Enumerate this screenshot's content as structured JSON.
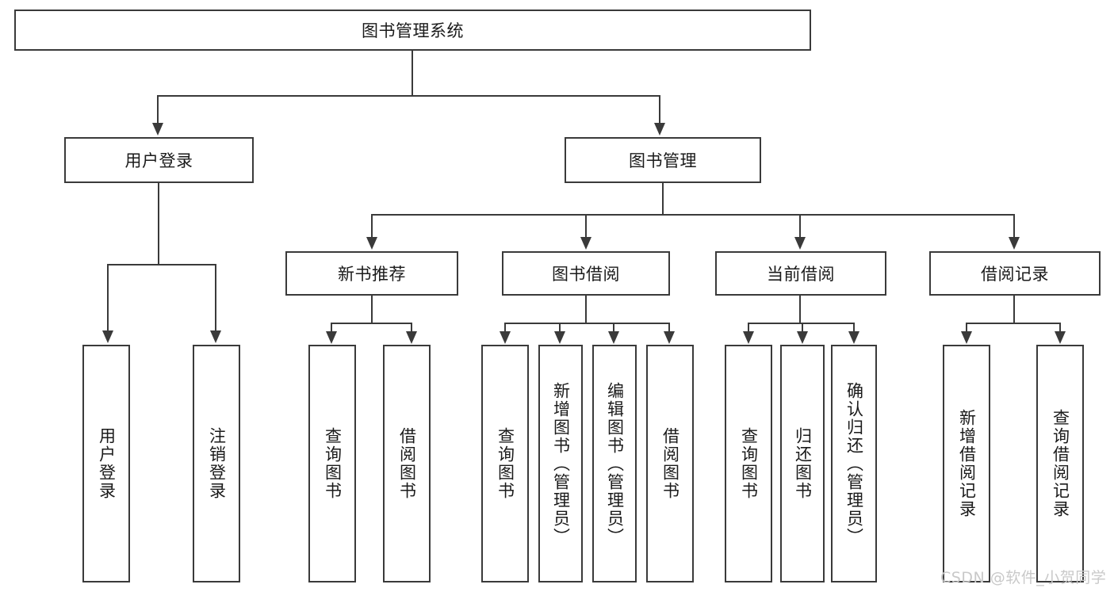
{
  "diagram": {
    "type": "tree-hierarchy",
    "title": "图书管理系统",
    "root": {
      "label": "图书管理系统"
    },
    "level2": [
      {
        "id": "user-login",
        "label": "用户登录"
      },
      {
        "id": "book-management",
        "label": "图书管理"
      }
    ],
    "level3": [
      {
        "id": "new-book-recommend",
        "label": "新书推荐",
        "parent": "book-management"
      },
      {
        "id": "book-borrow",
        "label": "图书借阅",
        "parent": "book-management"
      },
      {
        "id": "current-borrow",
        "label": "当前借阅",
        "parent": "book-management"
      },
      {
        "id": "borrow-record",
        "label": "借阅记录",
        "parent": "book-management"
      }
    ],
    "leaves": [
      {
        "id": "leaf-user-login",
        "label": "用户登录",
        "parent": "user-login"
      },
      {
        "id": "leaf-logout-login",
        "label": "注销登录",
        "parent": "user-login"
      },
      {
        "id": "leaf-query-book-1",
        "label": "查询图书",
        "parent": "new-book-recommend"
      },
      {
        "id": "leaf-borrow-book-1",
        "label": "借阅图书",
        "parent": "new-book-recommend"
      },
      {
        "id": "leaf-query-book-2",
        "label": "查询图书",
        "parent": "book-borrow"
      },
      {
        "id": "leaf-add-book",
        "label": "新增图书（管理员）",
        "parent": "book-borrow"
      },
      {
        "id": "leaf-edit-book",
        "label": "编辑图书（管理员）",
        "parent": "book-borrow"
      },
      {
        "id": "leaf-borrow-book-2",
        "label": "借阅图书",
        "parent": "book-borrow"
      },
      {
        "id": "leaf-query-book-3",
        "label": "查询图书",
        "parent": "current-borrow"
      },
      {
        "id": "leaf-return-book",
        "label": "归还图书",
        "parent": "current-borrow"
      },
      {
        "id": "leaf-confirm-return",
        "label": "确认归还（管理员）",
        "parent": "current-borrow"
      },
      {
        "id": "leaf-add-record",
        "label": "新增借阅记录",
        "parent": "borrow-record"
      },
      {
        "id": "leaf-query-record",
        "label": "查询借阅记录",
        "parent": "borrow-record"
      }
    ]
  },
  "watermark": {
    "text": "CSDN @软件_小贺同学"
  },
  "colors": {
    "stroke": "#3a3a3a",
    "background": "#ffffff",
    "text": "#1a1a1a",
    "watermark": "#c9c9c9"
  }
}
